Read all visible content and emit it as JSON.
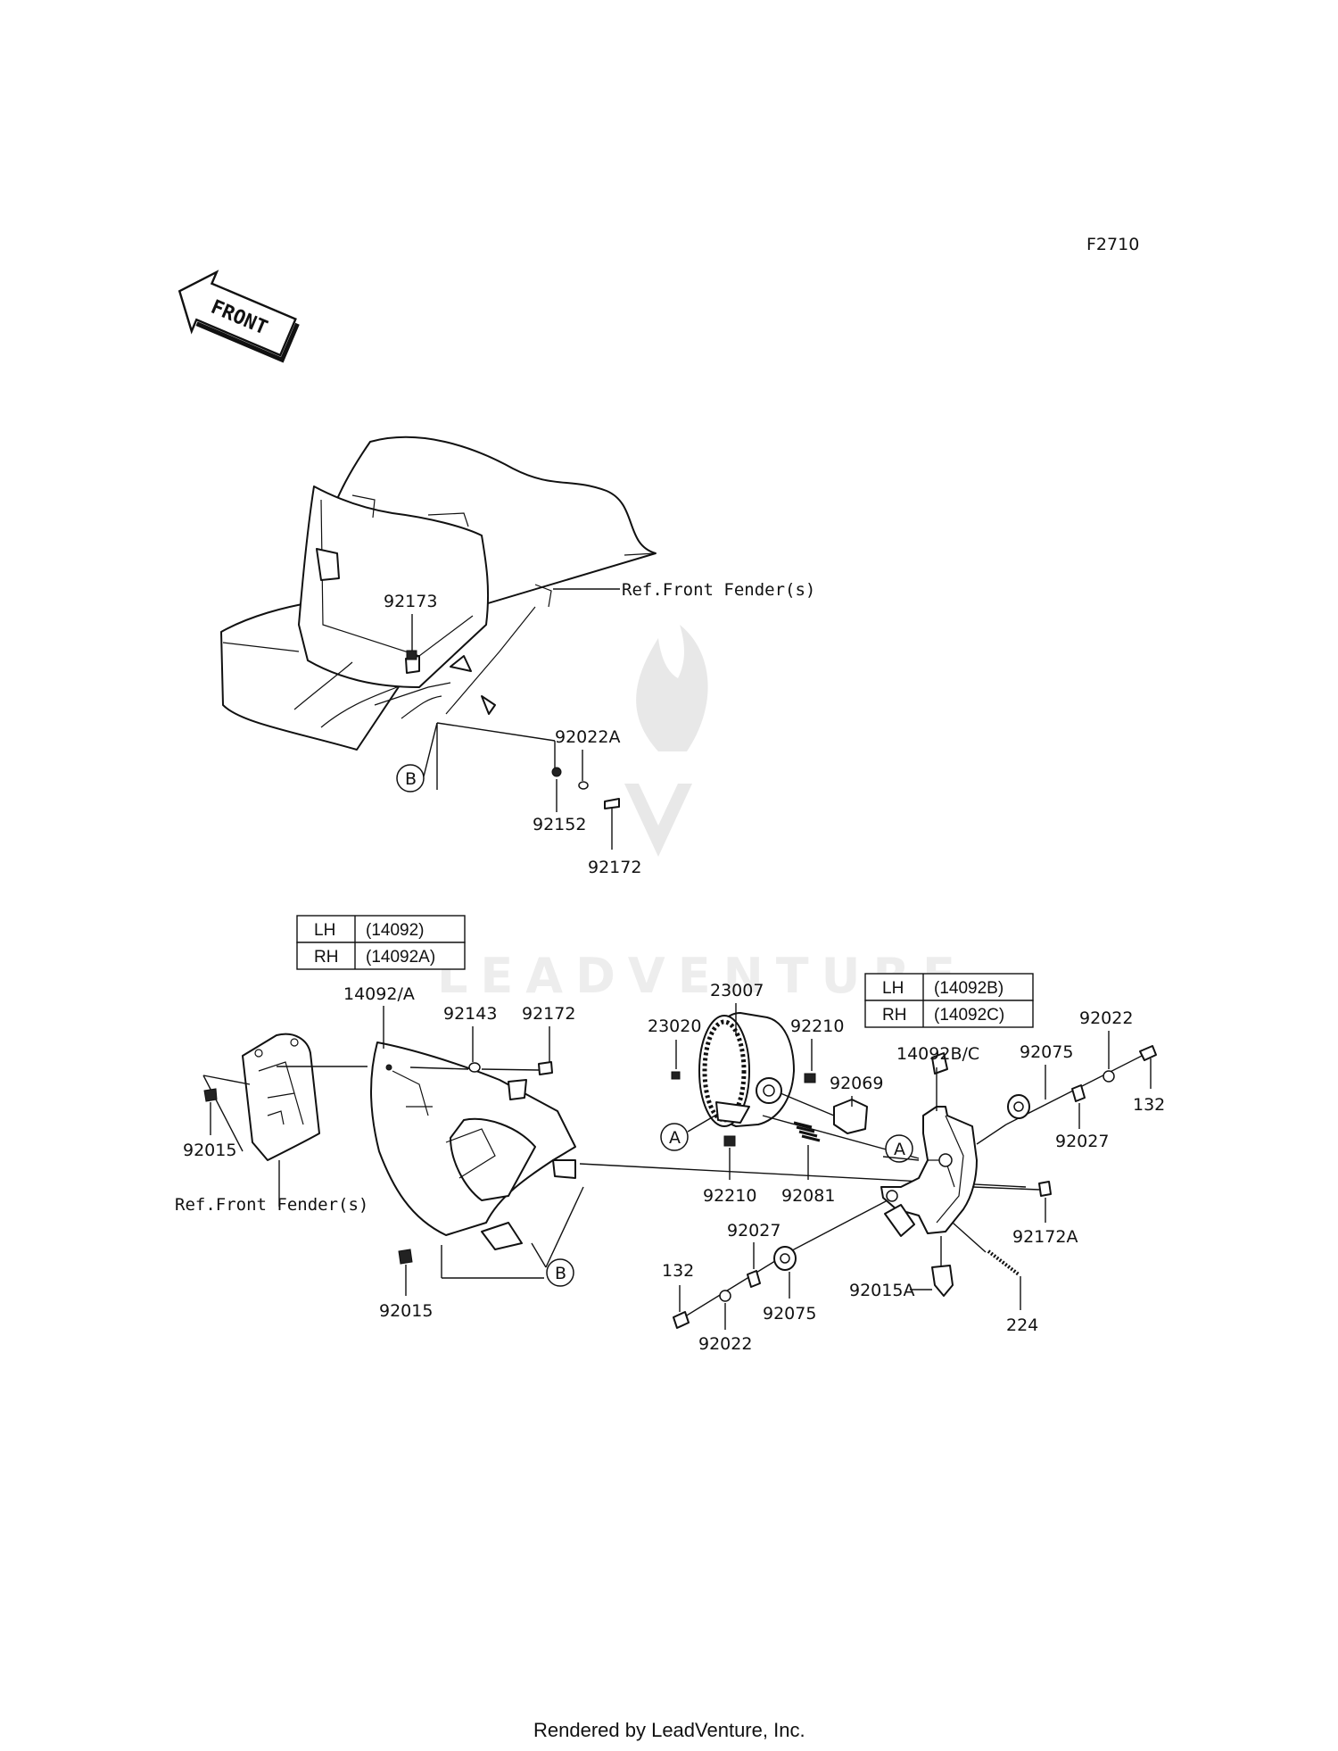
{
  "diagram_code": "F2710",
  "direction_label": "FRONT",
  "watermark": "LEADVENTURE",
  "footer": "Rendered by LeadVenture, Inc.",
  "refs": {
    "front_fender_top": "Ref.Front Fender(s)",
    "front_fender_left": "Ref.Front Fender(s)"
  },
  "callouts": {
    "a": "A",
    "b": "B"
  },
  "parts": {
    "p92173": "92173",
    "p92022A": "92022A",
    "p92152": "92152",
    "p92172_top": "92172",
    "p14092A": "14092/A",
    "p92143": "92143",
    "p92172_mid": "92172",
    "p92015_left": "92015",
    "p92015_bottom": "92015",
    "p23007": "23007",
    "p23020": "23020",
    "p92210_top": "92210",
    "p92069": "92069",
    "p92210_bottom": "92210",
    "p92081": "92081",
    "p14092BC": "14092B/C",
    "p92075_top": "92075",
    "p92022_top": "92022",
    "p132_right": "132",
    "p92027_right": "92027",
    "p92172A": "92172A",
    "p92027_bottom": "92027",
    "p92075_bottom": "92075",
    "p132_left": "132",
    "p92022_bottom": "92022",
    "p92015A": "92015A",
    "p224": "224"
  },
  "table_left": {
    "rows": [
      {
        "side": "LH",
        "part": "(14092)"
      },
      {
        "side": "RH",
        "part": "(14092A)"
      }
    ]
  },
  "table_right": {
    "rows": [
      {
        "side": "LH",
        "part": "(14092B)"
      },
      {
        "side": "RH",
        "part": "(14092C)"
      }
    ]
  }
}
